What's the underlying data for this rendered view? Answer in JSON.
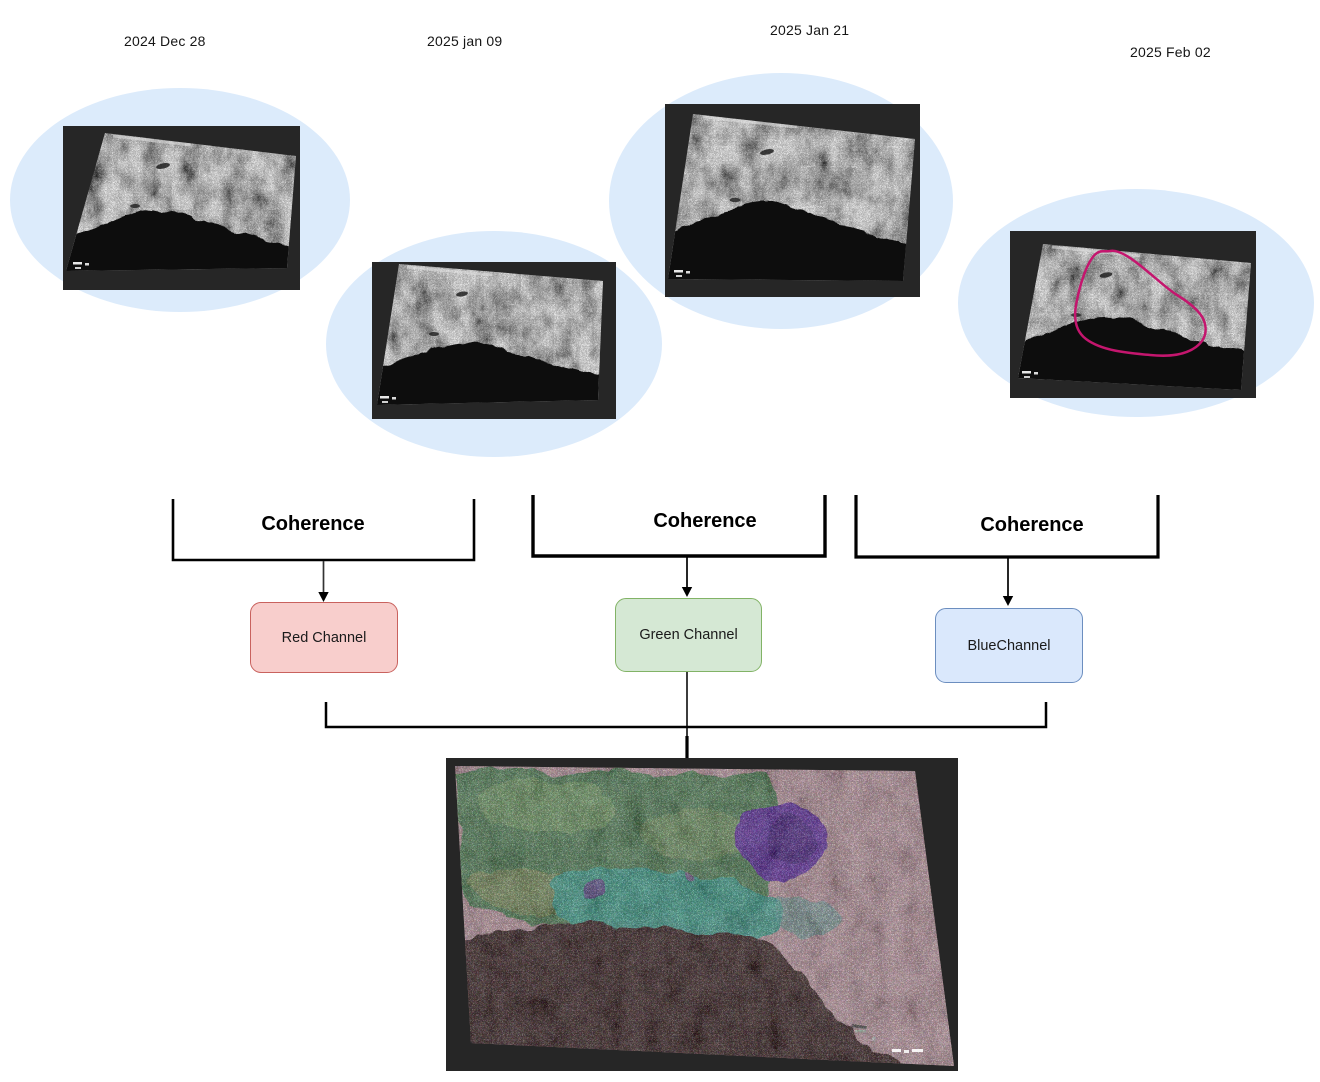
{
  "acquisitions": [
    {
      "date": "2024 Dec 28"
    },
    {
      "date": "2025 jan 09"
    },
    {
      "date": "2025 Jan 21"
    },
    {
      "date": "2025 Feb 02"
    }
  ],
  "coherence_steps": [
    {
      "label": "Coherence"
    },
    {
      "label": "Coherence"
    },
    {
      "label": "Coherence"
    }
  ],
  "channels": [
    {
      "label": "Red Channel",
      "fill": "#f8cecc",
      "border": "#c9625e"
    },
    {
      "label": "Green Channel",
      "fill": "#d5e8d4",
      "border": "#82b366"
    },
    {
      "label": "BlueChannel",
      "fill": "#dae8fc",
      "border": "#6c8ebf"
    }
  ],
  "annotation": {
    "color": "#c4166e"
  },
  "colors": {
    "background": "#ffffff",
    "ellipse": "#dcebfb",
    "image_frame": "#262626",
    "connector": "#000000",
    "sea_dark": "#0d0d0d",
    "composite_sea": "#2b070d"
  }
}
